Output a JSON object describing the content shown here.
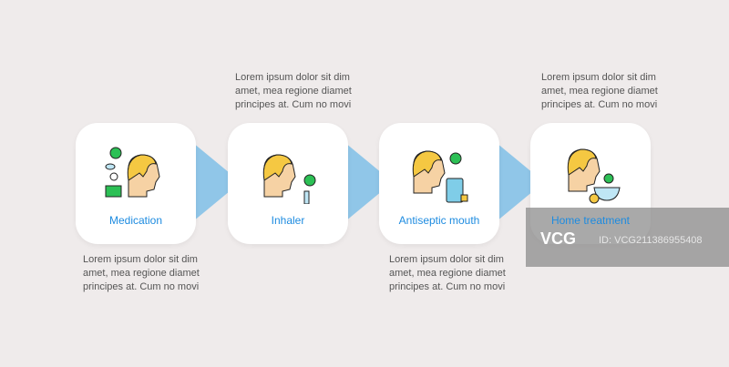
{
  "steps": [
    {
      "label": "Medication",
      "text": "Lorem ipsum dolor sit dim amet, mea regione diamet principes at. Cum no movi",
      "icon": "person-pills-icon"
    },
    {
      "label": "Inhaler",
      "text": "Lorem ipsum dolor sit dim amet, mea regione diamet principes at. Cum no movi",
      "icon": "person-inhaler-icon"
    },
    {
      "label": "Antiseptic mouth",
      "text": "Lorem ipsum dolor sit dim amet, mea regione diamet principes at. Cum no movi",
      "icon": "person-mouthwash-icon"
    },
    {
      "label": "Home treatment",
      "text": "Lorem ipsum dolor sit dim amet, mea regione diamet principes at. Cum no movi",
      "icon": "person-tea-icon"
    }
  ],
  "watermark": {
    "logo": "VCG",
    "id": "ID: VCG211386955408"
  },
  "colors": {
    "accent": "#1d8be0",
    "arrow": "#7fbfe8",
    "hair": "#f5c842",
    "skin": "#f6d2a4",
    "check": "#2cc055"
  }
}
